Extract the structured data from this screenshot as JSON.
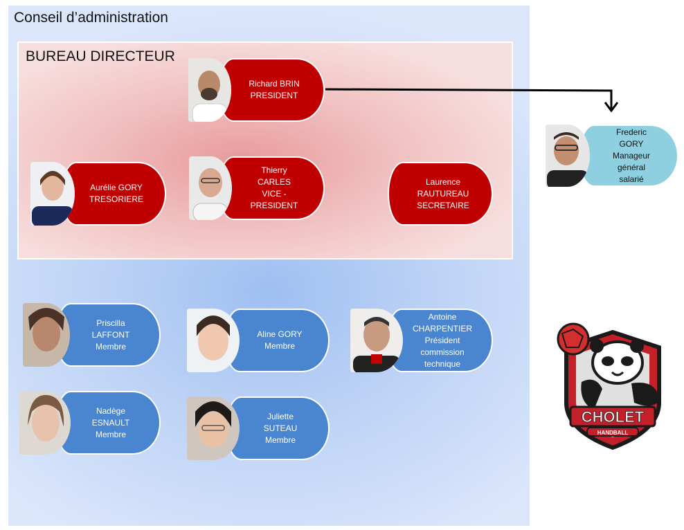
{
  "title": "Conseil d’administration",
  "bureau_title": "BUREAU DIRECTEUR",
  "people": {
    "president": "Richard BRIN\nPRESIDENT",
    "tresoriere": "Aurélie GORY\nTRESORIERE",
    "vice_president": "Thierry\nCARLES\nVICE -\nPRESIDENT",
    "secretaire": "Laurence\nRAUTUREAU\nSECRETAIRE",
    "manager": "Frederic\nGORY\nManageur\ngénéral\nsalarié",
    "priscilla": "Priscilla\nLAFFONT\nMembre",
    "aline": "Aline GORY\nMembre",
    "antoine": "Antoine\nCHARPENTIER\nPrésident\ncommission\ntechnique",
    "nadege": "Nadège\nESNAULT\nMembre",
    "juliette": "Juliette\nSUTEAU\nMembre"
  },
  "logo": {
    "text": "CHOLET",
    "subtext": "HANDBALL"
  },
  "colors": {
    "red": "#c00000",
    "blue": "#4a86d0",
    "teal": "#8ecfe0"
  }
}
